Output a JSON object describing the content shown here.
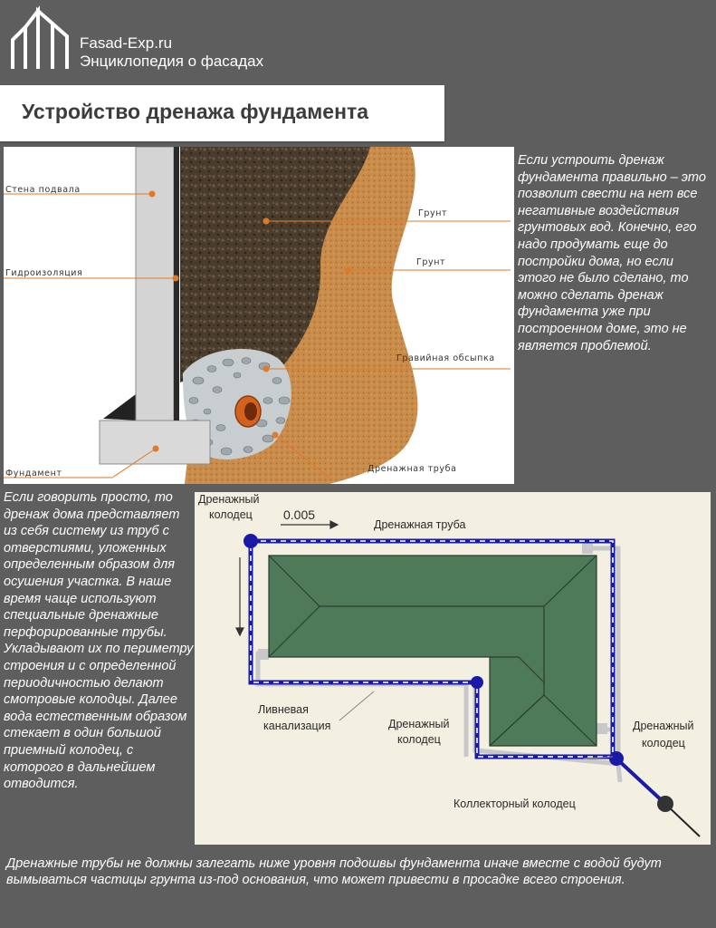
{
  "header": {
    "site_name": "Fasad-Exp.ru",
    "site_subtitle": "Энциклопедия о фасадах",
    "logo_icon": "building-logo-icon"
  },
  "page": {
    "title": "Устройство дренажа фундамента"
  },
  "figure_section": {
    "labels": {
      "basement_wall": "Стена подвала",
      "waterproofing": "Гидроизоляция",
      "foundation": "Фундамент",
      "soil_1": "Грунт",
      "soil_2": "Грунт",
      "gravel": "Гравийная обсыпка",
      "drain_pipe": "Дренажная труба"
    },
    "colors": {
      "soil_dark": "#4a3c2c",
      "soil_light": "#c98c4a",
      "wall": "#d6d6d6",
      "leader_line": "#e07a2a"
    }
  },
  "figure_plan": {
    "labels": {
      "drain_well_top": "Дренажный колодец",
      "slope": "0.005",
      "drain_pipe": "Дренажная труба",
      "storm_sewer": "Ливневая канализация",
      "drain_well_middle": "Дренажный колодец",
      "drain_well_right": "Дренажный колодец",
      "collector_well": "Коллекторный колодец"
    },
    "colors": {
      "roof": "#4e7a5a",
      "drain_pipe": "#1a1aa8",
      "storm_pipe": "#c8c8c8",
      "background": "#f3f0e1"
    }
  },
  "text": {
    "paragraph_right": "Если устроить дренаж фундамента правильно – это позволит свести на нет все негативные воздействия грунтовых вод. Конечно, его надо продумать еще до постройки дома, но если этого не было сделано, то можно сделать дренаж фундамента уже при построенном доме, это не является проблемой.",
    "paragraph_left": "Если говорить просто, то дренаж дома представляет из себя систему из труб с отверстиями, уложенных определенным образом для осушения участка. В наше время чаще используют специальные дренажные перфорированные трубы. Укладывают их по периметру строения и с определенной периодичностью делают смотровые колодцы. Далее вода естественным образом стекает в один большой приемный колодец, с которого в дальнейшем отводится.",
    "paragraph_bottom": "Дренажные трубы не должны залегать ниже уровня подошвы фундамента иначе вместе с водой будут вымываться частицы грунта из-под основания, что может привести в просадке всего строения."
  }
}
